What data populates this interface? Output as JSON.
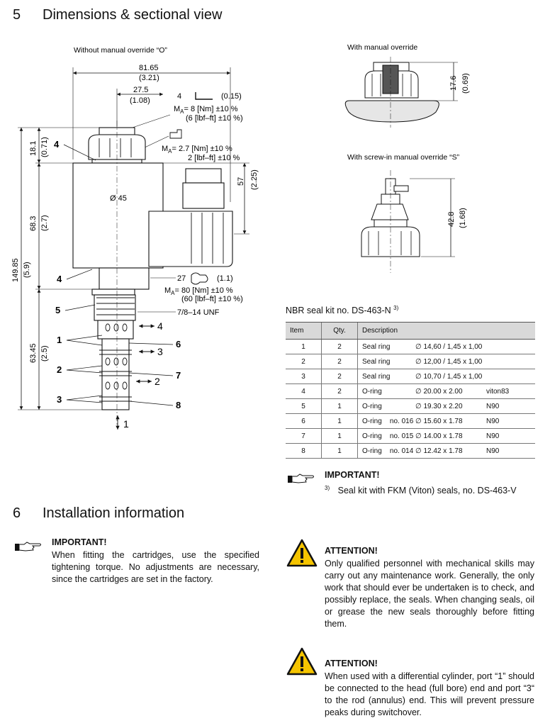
{
  "sections": {
    "s5": {
      "number": "5",
      "title": "Dimensions & sectional view"
    },
    "s6": {
      "number": "6",
      "title": "Installation information"
    }
  },
  "drawing_main": {
    "caption": "Without manual override “O”",
    "dims": {
      "overall_width": "81.65",
      "overall_width_in": "(3.21)",
      "offset": "27.5",
      "offset_in": "(1.08)",
      "top_h": "18.1",
      "top_h_in": "(0.71)",
      "coil_h": "68.3",
      "coil_h_in": "(2.7)",
      "total_h": "149.85",
      "total_h_in": "(5.9)",
      "lower_h": "63.45",
      "lower_h_in": "(2.5)",
      "conn_h": "57",
      "conn_h_in": "(2.25)",
      "dia": "Ø 45"
    },
    "torques": {
      "t1_key": "4",
      "t1_key_in": "(0.15)",
      "t1_nm": "= 8 [Nm] ±10 %",
      "t1_lbf": "(6 [lbf–ft] ±10 %)",
      "t2_nm": "= 2.7 [Nm] ±10 %",
      "t2_lbf": "2 [lbf–ft] ±10 %",
      "t3_key": "27",
      "t3_key_in": "(1.1)",
      "t3_nm": "= 80 [Nm] ±10 %",
      "t3_lbf": "(60 [lbf–ft] ±10 %)"
    },
    "thread": "7/8–14 UNF",
    "items": {
      "i4a": "4",
      "i4b": "4",
      "i5": "5",
      "i1": "1",
      "i2": "2",
      "i3": "3",
      "i6": "6",
      "i7": "7",
      "i8": "8"
    },
    "ports": {
      "p4": "4",
      "p3": "3",
      "p2": "2",
      "p1": "1"
    }
  },
  "drawing_override": {
    "caption": "With manual override",
    "dim": "17.6",
    "dim_in": "(0.69)"
  },
  "drawing_screw": {
    "caption": "With screw-in manual override “S”",
    "dim": "42.8",
    "dim_in": "(1.68)"
  },
  "seal_kit": {
    "title": "NBR seal kit no. DS-463-N",
    "footnote_mark": "3)",
    "headers": [
      "Item",
      "Qty.",
      "Description"
    ],
    "rows": [
      {
        "item": "1",
        "qty": "2",
        "d1": "Seal ring",
        "d2": "∅ 14,60 / 1,45 x 1,00",
        "d3": ""
      },
      {
        "item": "2",
        "qty": "2",
        "d1": "Seal ring",
        "d2": "∅ 12,00 / 1,45 x 1,00",
        "d3": ""
      },
      {
        "item": "3",
        "qty": "2",
        "d1": "Seal ring",
        "d2": "∅ 10,70 / 1,45 x 1,00",
        "d3": ""
      },
      {
        "item": "4",
        "qty": "2",
        "d1": "O-ring",
        "d2": "∅ 20.00 x 2.00",
        "d3": "viton83"
      },
      {
        "item": "5",
        "qty": "1",
        "d1": "O-ring",
        "d2": "∅ 19.30 x 2.20",
        "d3": "N90"
      },
      {
        "item": "6",
        "qty": "1",
        "d1": "O-ring    no. 016",
        "d2": "∅ 15.60 x 1.78",
        "d3": "N90"
      },
      {
        "item": "7",
        "qty": "1",
        "d1": "O-ring    no. 015",
        "d2": "∅ 14.00 x 1.78",
        "d3": "N90"
      },
      {
        "item": "8",
        "qty": "1",
        "d1": "O-ring    no. 014",
        "d2": "∅ 12.42 x 1.78",
        "d3": "N90"
      }
    ]
  },
  "important_kit": {
    "title": "IMPORTANT!",
    "note_mark": "3)",
    "note": "Seal kit with FKM (Viton) seals, no. DS-463-V"
  },
  "important_install": {
    "title": "IMPORTANT!",
    "text": "When fitting the cartridges, use the specified tightening torque. No adjustments are necessary, since the cartridges are set in the factory."
  },
  "attention1": {
    "title": "ATTENTION!",
    "text": "Only qualified personnel with mechanical skills may carry out any maintenance work. Generally, the only work that should ever be undertaken is to check, and possibly replace, the seals. When changing seals, oil or grease the new seals thoroughly before fitting them."
  },
  "attention2": {
    "title": "ATTENTION!",
    "text": "When used with a differential cylinder, port “1” should be connected to the head (full bore) end and port “3“ to the rod (annulus) end. This will prevent pressure peaks during switchover."
  }
}
